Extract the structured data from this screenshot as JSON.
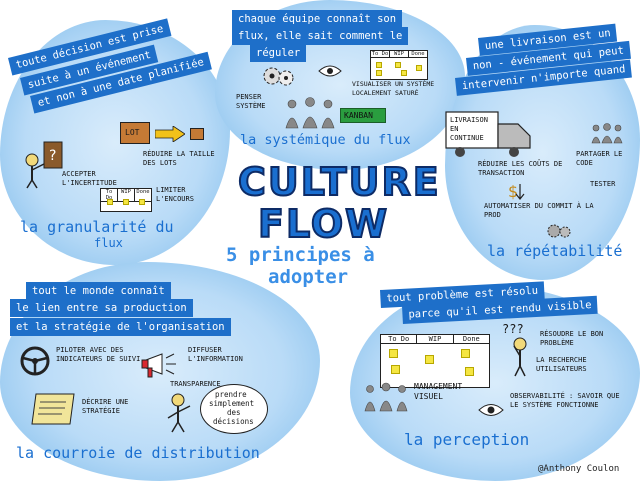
{
  "top_left": {
    "banner_lines": [
      "toute décision est prise",
      "suite à un événement",
      "et non à une date planifiée"
    ],
    "notes": [
      "ACCEPTER L'INCERTITUDE",
      "RÉDUIRE LA TAILLE DES LOTS",
      "LIMITER L'ENCOURS"
    ],
    "lot_label": "LOT",
    "kanban_cols": [
      "To Do",
      "WIP",
      "Done"
    ],
    "title_lines": [
      "la granularité du",
      "flux"
    ]
  },
  "top_center": {
    "banner_lines": [
      "chaque équipe connaît son",
      "flux, elle sait comment le",
      "réguler"
    ],
    "kanban_cols": [
      "To Do",
      "WIP",
      "Done"
    ],
    "notes": [
      "PENSER SYSTÈME",
      "VISUALISER UN SYSTÈME LOCALEMENT SATURÉ"
    ],
    "kanban_label": "KANBAN",
    "title": "la systémique du flux"
  },
  "top_right": {
    "banner_lines": [
      "une livraison est un",
      "non - événement qui peut",
      "intervenir n'importe quand"
    ],
    "truck_label": "LIVRAISON EN CONTINUE",
    "notes": [
      "RÉDUIRE LES COÛTS DE TRANSACTION",
      "PARTAGER LE CODE",
      "TESTER",
      "AUTOMATISER DU COMMIT À LA PROD"
    ],
    "title": "la répétabilité"
  },
  "center": {
    "title_1": "CULTURE",
    "title_2": "FLOW",
    "subtitle_1": "5 principes à",
    "subtitle_2": "adopter"
  },
  "bottom_left": {
    "banner_lines": [
      "tout le monde connaît",
      "le lien entre sa production",
      "et la stratégie de l'organisation"
    ],
    "notes": [
      "PILOTER AVEC DES INDICATEURS DE SUIVI",
      "DIFFUSER L'INFORMATION",
      "TRANSPARENCE",
      "DÉCRIRE UNE STRATÉGIE"
    ],
    "bubble_text": [
      "prendre",
      "simplement",
      "des",
      "décisions"
    ],
    "title": "la courroie de distribution"
  },
  "bottom_right": {
    "banner_lines": [
      "tout problème est résolu",
      "parce qu'il est rendu visible"
    ],
    "kanban_cols": [
      "To Do",
      "WIP",
      "Done"
    ],
    "question_marks": "???",
    "notes": [
      "RÉSOUDRE LE BON PROBLÈME",
      "LA RECHERCHE UTILISATEURS",
      "MANAGEMENT VISUEL",
      "OBSERVABILITÉ : SAVOIR QUE LE SYSTÈME FONCTIONNE"
    ],
    "title": "la perception"
  },
  "signature": "@Anthony Coulon",
  "colors": {
    "blue": "#1e6fc9",
    "light_blue": "#8ec4ee",
    "text_blue": "#1a6fd0",
    "postit": "#f5e642"
  }
}
